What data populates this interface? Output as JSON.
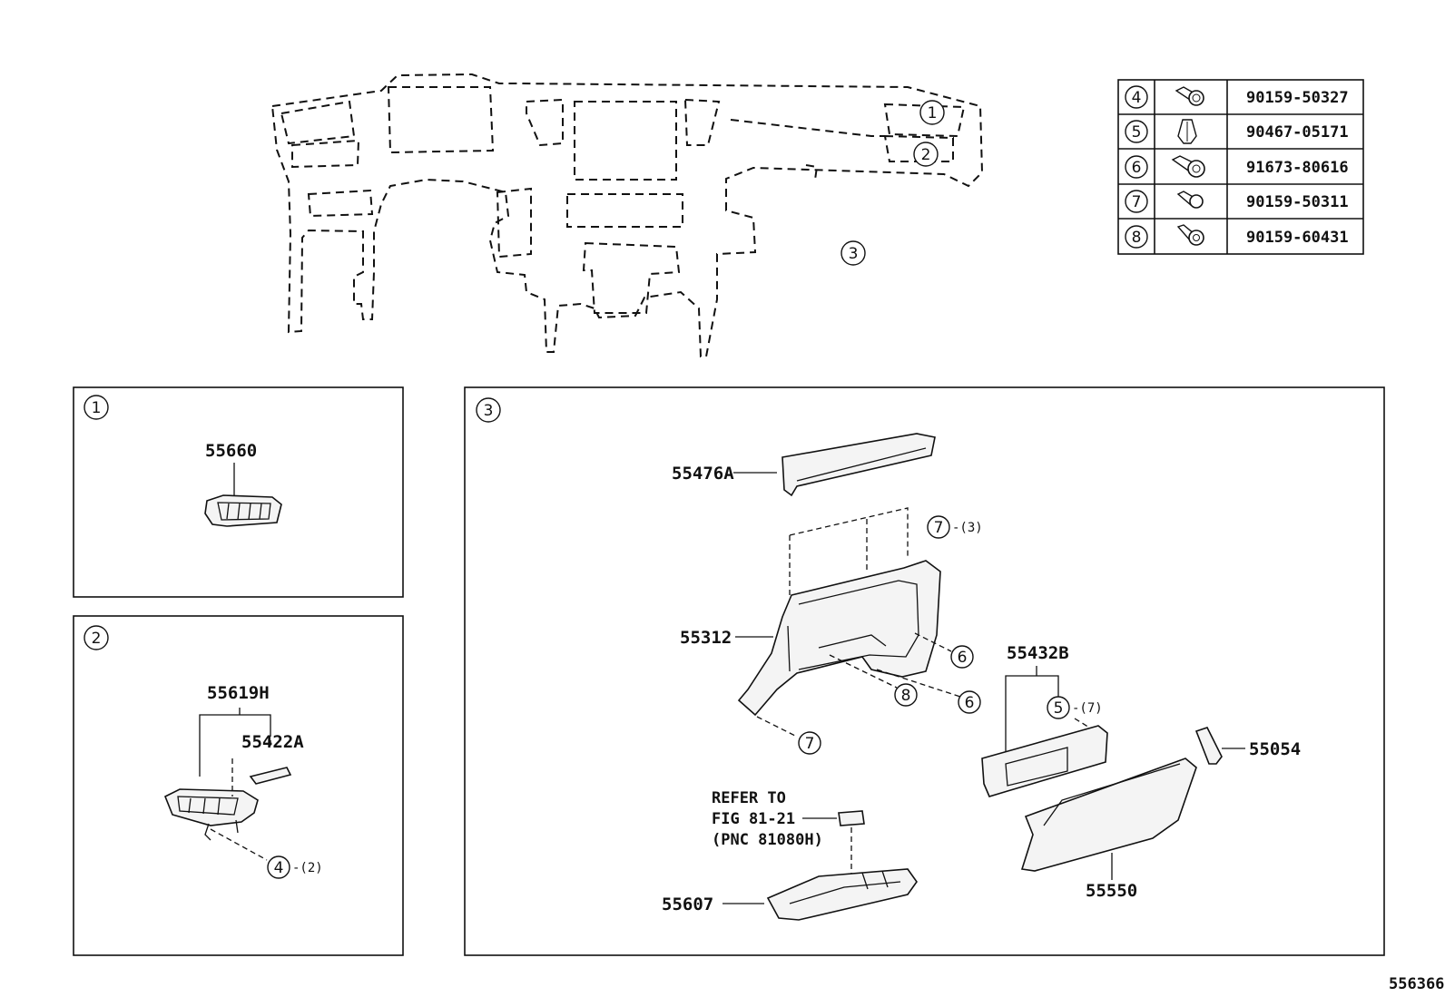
{
  "fastener_table": [
    {
      "ref": "4",
      "part_no": "90159-50327",
      "icon": "bolt-icon"
    },
    {
      "ref": "5",
      "part_no": "90467-05171",
      "icon": "clip-icon"
    },
    {
      "ref": "6",
      "part_no": "91673-80616",
      "icon": "bolt-icon"
    },
    {
      "ref": "7",
      "part_no": "90159-50311",
      "icon": "screw-icon"
    },
    {
      "ref": "8",
      "part_no": "90159-60431",
      "icon": "screw-icon"
    }
  ],
  "overview": {
    "callouts": [
      "1",
      "2",
      "3"
    ]
  },
  "detail_1": {
    "id": "1",
    "parts": [
      "55660"
    ]
  },
  "detail_2": {
    "id": "2",
    "parts": [
      "55619H",
      "55422A"
    ],
    "fastener": {
      "ref": "4",
      "qty": "-(2)"
    }
  },
  "detail_3": {
    "id": "3",
    "parts": [
      "55476A",
      "55312",
      "55432B",
      "55054",
      "55550",
      "55607"
    ],
    "fasteners": [
      {
        "ref": "7",
        "qty": "-(3)"
      },
      {
        "ref": "6",
        "qty": ""
      },
      {
        "ref": "8",
        "qty": ""
      },
      {
        "ref": "6",
        "qty": ""
      },
      {
        "ref": "7",
        "qty": ""
      },
      {
        "ref": "5",
        "qty": "-(7)"
      }
    ],
    "refer_note": [
      "REFER TO",
      "FIG 81-21",
      "(PNC 81080H)"
    ]
  },
  "diagram_id": "556366"
}
